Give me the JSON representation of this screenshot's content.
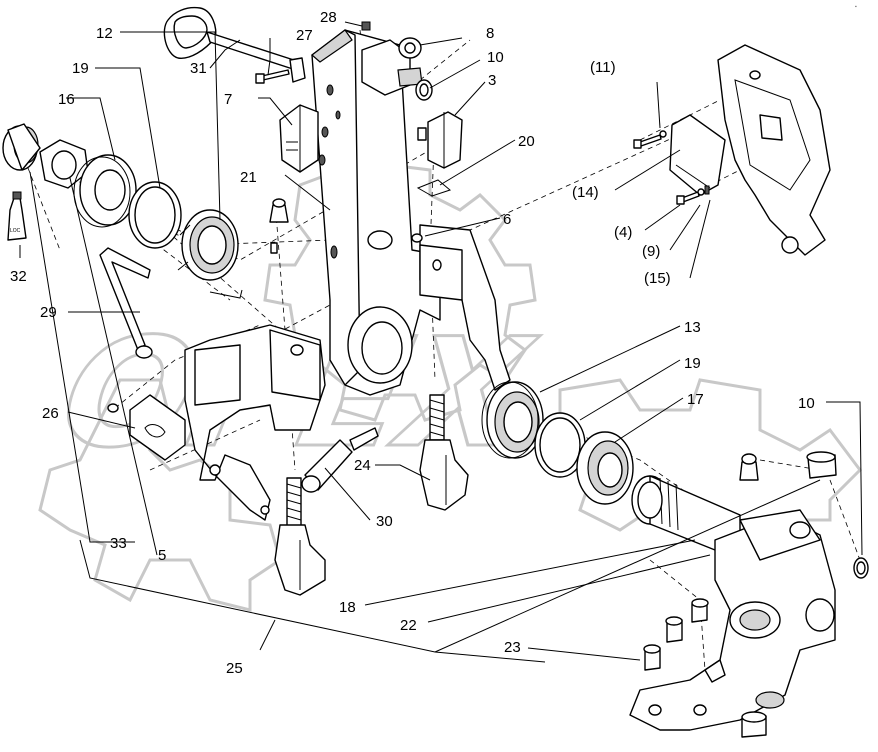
{
  "watermark": "OPEX",
  "corner_mark": "▪ ",
  "callouts": [
    {
      "id": "c28",
      "text": "28"
    },
    {
      "id": "c8",
      "text": "8"
    },
    {
      "id": "c27",
      "text": "27"
    },
    {
      "id": "c12",
      "text": "12"
    },
    {
      "id": "c10a",
      "text": "10"
    },
    {
      "id": "c19a",
      "text": "19"
    },
    {
      "id": "c31",
      "text": "31"
    },
    {
      "id": "c16",
      "text": "16"
    },
    {
      "id": "c3",
      "text": "3"
    },
    {
      "id": "c7",
      "text": "7"
    },
    {
      "id": "c11",
      "text": "(11)"
    },
    {
      "id": "c20",
      "text": "20"
    },
    {
      "id": "c21",
      "text": "21"
    },
    {
      "id": "c14",
      "text": "(14)"
    },
    {
      "id": "c6",
      "text": "6"
    },
    {
      "id": "c4",
      "text": "(4)"
    },
    {
      "id": "c9",
      "text": "(9)"
    },
    {
      "id": "c32",
      "text": "32"
    },
    {
      "id": "c15",
      "text": "(15)"
    },
    {
      "id": "c29",
      "text": "29"
    },
    {
      "id": "c13",
      "text": "13"
    },
    {
      "id": "c19b",
      "text": "19"
    },
    {
      "id": "c10b",
      "text": "10"
    },
    {
      "id": "c17",
      "text": "17"
    },
    {
      "id": "c26",
      "text": "26"
    },
    {
      "id": "c24",
      "text": "24"
    },
    {
      "id": "c30",
      "text": "30"
    },
    {
      "id": "c33",
      "text": "33"
    },
    {
      "id": "c5",
      "text": "5"
    },
    {
      "id": "c18",
      "text": "18"
    },
    {
      "id": "c22",
      "text": "22"
    },
    {
      "id": "c23",
      "text": "23"
    },
    {
      "id": "c25",
      "text": "25"
    }
  ]
}
